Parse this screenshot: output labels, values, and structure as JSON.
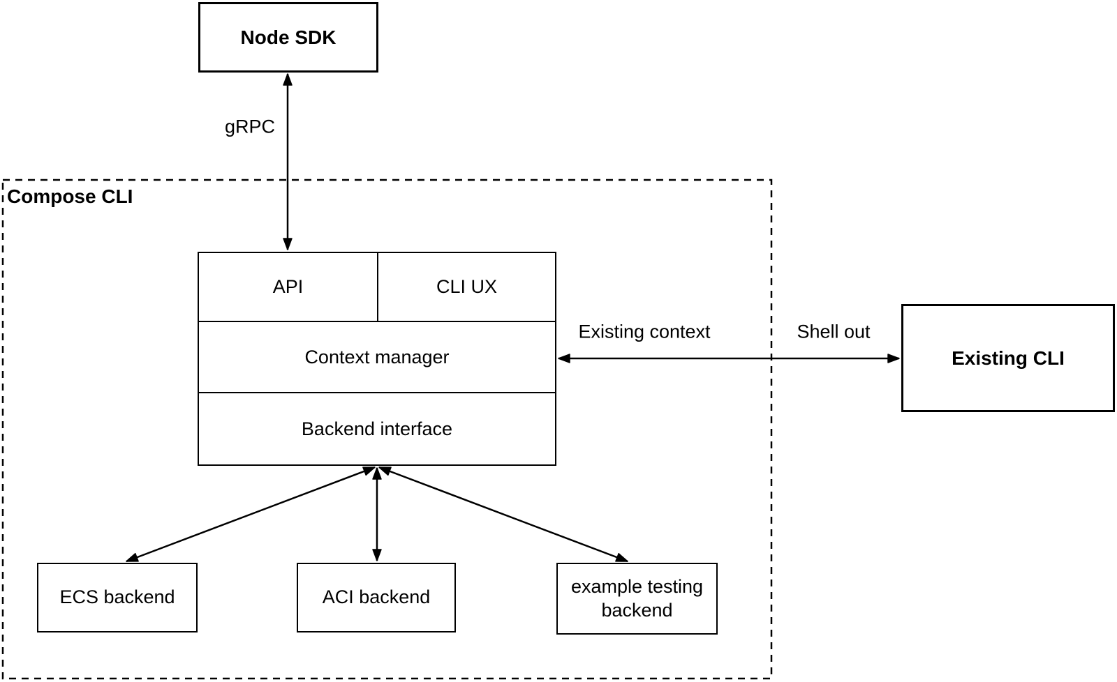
{
  "diagram": {
    "nodes": {
      "node_sdk": {
        "label": "Node SDK"
      },
      "compose_cli_group": {
        "label": "Compose CLI"
      },
      "api": {
        "label": "API"
      },
      "cli_ux": {
        "label": "CLI UX"
      },
      "context_manager": {
        "label": "Context manager"
      },
      "backend_interface": {
        "label": "Backend interface"
      },
      "existing_cli": {
        "label": "Existing CLI"
      },
      "ecs_backend": {
        "label": "ECS backend"
      },
      "aci_backend": {
        "label": "ACI backend"
      },
      "example_testing_backend": {
        "label": "example testing backend"
      }
    },
    "edges": [
      {
        "from": "Node SDK",
        "to": "API",
        "label": "gRPC",
        "direction": "both"
      },
      {
        "from": "Context manager",
        "to": "Existing CLI",
        "label_inside": "Existing context",
        "label_outside": "Shell out",
        "direction": "both"
      },
      {
        "from": "Backend interface",
        "to": "ECS backend",
        "direction": "both"
      },
      {
        "from": "Backend interface",
        "to": "ACI backend",
        "direction": "both"
      },
      {
        "from": "Backend interface",
        "to": "example testing backend",
        "direction": "both"
      }
    ],
    "colors": {
      "stroke": "#000000",
      "text": "#000000",
      "background": "#ffffff"
    }
  }
}
